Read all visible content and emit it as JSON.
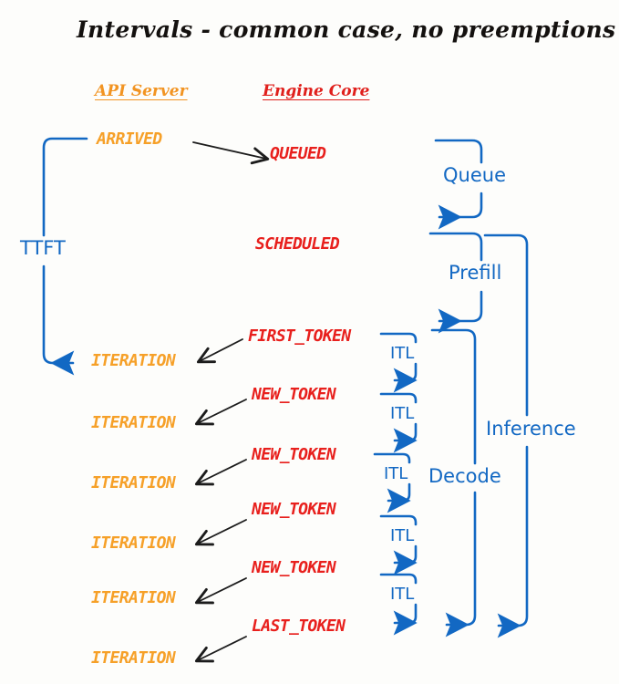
{
  "title": "Intervals - common case, no preemptions",
  "colors": {
    "background": "#fdfdfb",
    "title": "#14110f",
    "api_server": "#F29422",
    "engine_core": "#E0201C",
    "state_orange": "#F6A028",
    "state_red": "#E8201D",
    "blue": "#1268C3",
    "arrow_black": "#1c1c1c"
  },
  "columns": {
    "api_server": "API Server",
    "engine_core": "Engine Core"
  },
  "rows": [
    {
      "api": "ARRIVED",
      "engine": "QUEUED",
      "arrow": "right"
    },
    {
      "api": "",
      "engine": "SCHEDULED",
      "arrow": "none"
    },
    {
      "api": "ITERATION",
      "engine": "FIRST_TOKEN",
      "arrow": "left"
    },
    {
      "api": "ITERATION",
      "engine": "NEW_TOKEN",
      "arrow": "left"
    },
    {
      "api": "ITERATION",
      "engine": "NEW_TOKEN",
      "arrow": "left"
    },
    {
      "api": "ITERATION",
      "engine": "NEW_TOKEN",
      "arrow": "left"
    },
    {
      "api": "ITERATION",
      "engine": "NEW_TOKEN",
      "arrow": "left"
    },
    {
      "api": "ITERATION",
      "engine": "LAST_TOKEN",
      "arrow": "left"
    }
  ],
  "intervals": {
    "ttft": "TTFT",
    "queue": "Queue",
    "prefill": "Prefill",
    "decode": "Decode",
    "inference": "Inference",
    "itl": [
      "ITL",
      "ITL",
      "ITL",
      "ITL",
      "ITL"
    ]
  }
}
